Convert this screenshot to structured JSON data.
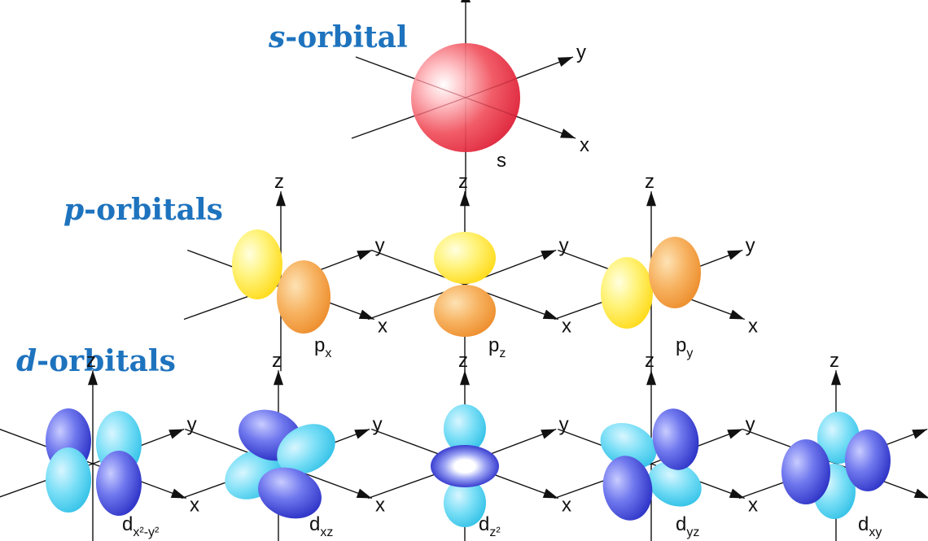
{
  "sections": {
    "s": {
      "letter": "s",
      "rest": "-orbital"
    },
    "p": {
      "letter": "p",
      "rest": "-orbitals"
    },
    "d": {
      "letter": "d",
      "rest": "-orbitals"
    }
  },
  "axis_labels": {
    "x": "x",
    "y": "y",
    "z": "z"
  },
  "colors": {
    "heading": "#1e73be",
    "s_lobe": "#ee3344",
    "p_lobe_yellow": "#ffee44",
    "p_lobe_orange": "#f5a040",
    "d_lobe_blue": "#3344dd",
    "d_lobe_cyan": "#44ccee"
  },
  "orbitals": [
    {
      "name": "s-orbital",
      "label": {
        "base": "s",
        "sub": ""
      }
    },
    {
      "name": "px-orbital",
      "label": {
        "base": "p",
        "sub": "x"
      }
    },
    {
      "name": "pz-orbital",
      "label": {
        "base": "p",
        "sub": "z"
      }
    },
    {
      "name": "py-orbital",
      "label": {
        "base": "p",
        "sub": "y"
      }
    },
    {
      "name": "dx2y2-orbital",
      "label": {
        "base": "d",
        "sub": "x²-y²"
      }
    },
    {
      "name": "dxz-orbital",
      "label": {
        "base": "d",
        "sub": "xz"
      }
    },
    {
      "name": "dz2-orbital",
      "label": {
        "base": "d",
        "sub": "z²"
      }
    },
    {
      "name": "dyz-orbital",
      "label": {
        "base": "d",
        "sub": "yz"
      }
    },
    {
      "name": "dxy-orbital",
      "label": {
        "base": "d",
        "sub": "xy"
      }
    }
  ]
}
